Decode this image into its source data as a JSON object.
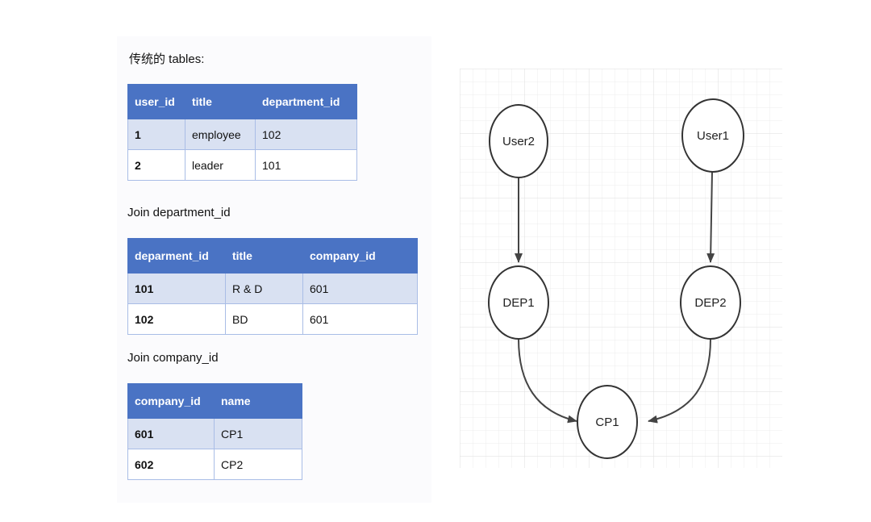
{
  "headings": {
    "traditional": "传统的 tables:",
    "join_department": "Join department_id",
    "join_company": "Join company_id"
  },
  "users_table": {
    "headers": [
      "user_id",
      "title",
      "department_id"
    ],
    "rows": [
      [
        "1",
        "employee",
        "102"
      ],
      [
        "2",
        "leader",
        "101"
      ]
    ]
  },
  "departments_table": {
    "headers": [
      "deparment_id",
      "title",
      "company_id"
    ],
    "rows": [
      [
        "101",
        "R & D",
        "601"
      ],
      [
        "102",
        "BD",
        "601"
      ]
    ]
  },
  "companies_table": {
    "headers": [
      "company_id",
      "name"
    ],
    "rows": [
      [
        "601",
        "CP1"
      ],
      [
        "602",
        "CP2"
      ]
    ]
  },
  "graph": {
    "nodes": {
      "user2": "User2",
      "user1": "User1",
      "dep1": "DEP1",
      "dep2": "DEP2",
      "cp1": "CP1"
    },
    "edges": [
      [
        "User2",
        "DEP1"
      ],
      [
        "User1",
        "DEP2"
      ],
      [
        "DEP1",
        "CP1"
      ],
      [
        "DEP2",
        "CP1"
      ]
    ],
    "colors": {
      "header": "#4a73c4",
      "shaded_row": "#d9e1f2",
      "grid": "#e6e6e6",
      "edge": "#444444"
    }
  }
}
